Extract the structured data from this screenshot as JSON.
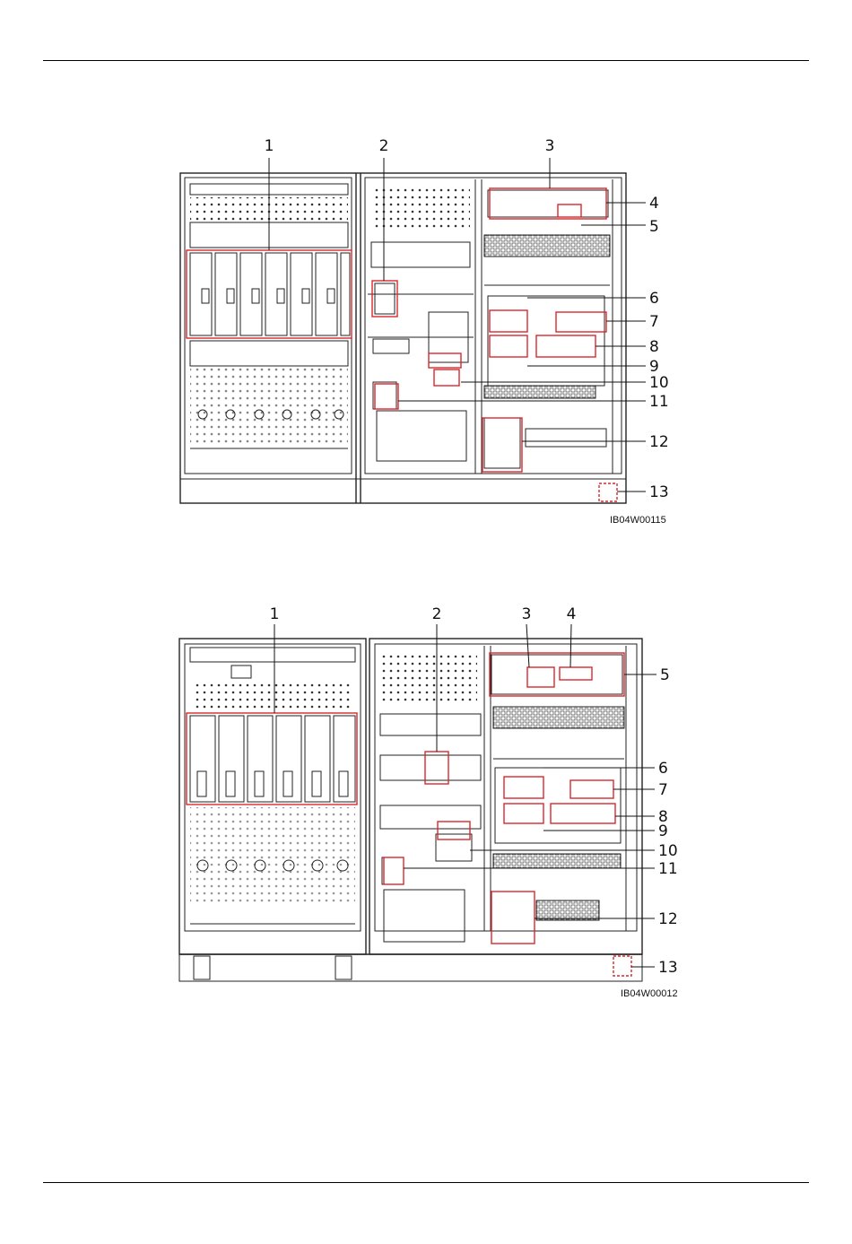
{
  "figures": [
    {
      "code": "IB04W00115",
      "callouts": [
        "1",
        "2",
        "3",
        "4",
        "5",
        "6",
        "7",
        "8",
        "9",
        "10",
        "11",
        "12",
        "13"
      ]
    },
    {
      "code": "IB04W00012",
      "callouts": [
        "1",
        "2",
        "3",
        "4",
        "5",
        "6",
        "7",
        "8",
        "9",
        "10",
        "11",
        "12",
        "13"
      ]
    }
  ],
  "colors": {
    "line": "#222222",
    "highlight": "#d9272e"
  }
}
